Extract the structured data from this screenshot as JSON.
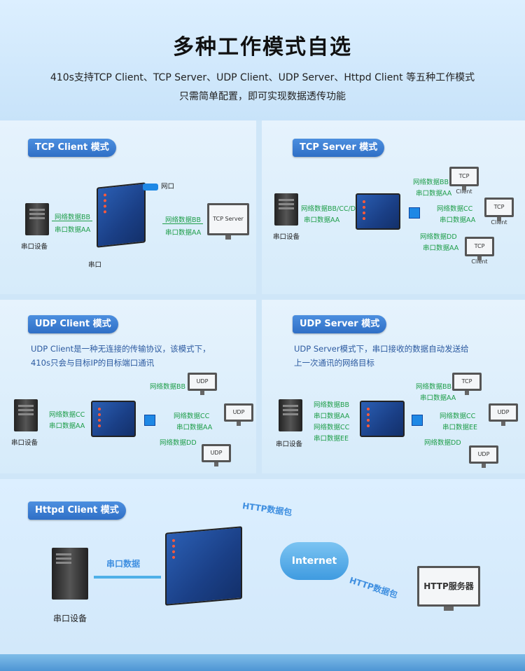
{
  "header": {
    "title": "多种工作模式自选",
    "subtitle_line1": "410s支持TCP Client、TCP Server、UDP Client、UDP Server、Httpd Client 等五种工作模式",
    "subtitle_line2": "只需简单配置，即可实现数据透传功能"
  },
  "tcp_client": {
    "tag": "TCP Client 模式",
    "net_label": "网口",
    "serial_label": "串口",
    "left_bb": "网络数据BB",
    "left_aa": "串口数据AA",
    "right_bb": "网络数据BB",
    "right_aa": "串口数据AA",
    "device_label": "串口设备",
    "server": "TCP Server"
  },
  "tcp_server": {
    "tag": "TCP Server 模式",
    "left_top": "网络数据BB/CC/DD",
    "left_bottom": "串口数据AA",
    "device_label": "串口设备",
    "b1_top": "网络数据BB",
    "b1_bottom": "串口数据AA",
    "b2_top": "网络数据CC",
    "b2_bottom": "串口数据AA",
    "b3_top": "网络数据DD",
    "b3_bottom": "串口数据AA",
    "client1": "TCP Client",
    "client2": "TCP Client",
    "client3": "TCP Client"
  },
  "udp_client": {
    "tag": "UDP Client 模式",
    "desc1": "UDP Client是一种无连接的传输协议，该模式下，",
    "desc2": "410s只会与目标IP的目标端口通讯",
    "left_top": "网络数据CC",
    "left_bottom": "串口数据AA",
    "device_label": "串口设备",
    "b1": "网络数据BB",
    "b2_top": "网络数据CC",
    "b2_bottom": "串口数据AA",
    "b3": "网络数据DD",
    "m1": "UDP",
    "m2": "UDP",
    "m3": "UDP"
  },
  "udp_server": {
    "tag": "UDP Server 模式",
    "desc1": "UDP Server模式下，串口接收的数据自动发送给",
    "desc2": "上一次通讯的网络目标",
    "l1": "网络数据BB",
    "l2": "串口数据AA",
    "l3": "网络数据CC",
    "l4": "串口数据EE",
    "device_label": "串口设备",
    "b1_top": "网络数据BB",
    "b1_bottom": "串口数据AA",
    "b2_top": "网络数据CC",
    "b2_bottom": "串口数据EE",
    "b3": "网络数据DD",
    "m1": "TCP",
    "m2": "UDP",
    "m3": "UDP"
  },
  "httpd_client": {
    "tag": "Httpd Client 模式",
    "serial_data": "串口数据",
    "device_label": "串口设备",
    "http_packet_1": "HTTP数据包",
    "http_packet_2": "HTTP数据包",
    "cloud": "Internet",
    "server": "HTTP服务器"
  }
}
